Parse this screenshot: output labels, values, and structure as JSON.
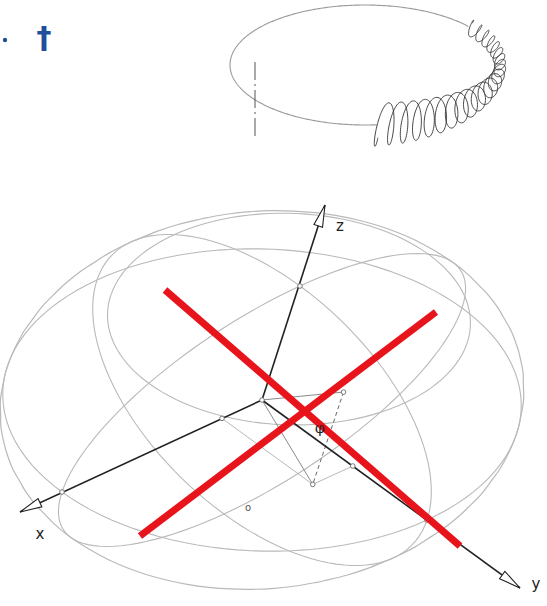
{
  "diagram": {
    "labels": [
      "†",
      "z",
      "x",
      "y",
      "φ",
      "o"
    ]
  }
}
